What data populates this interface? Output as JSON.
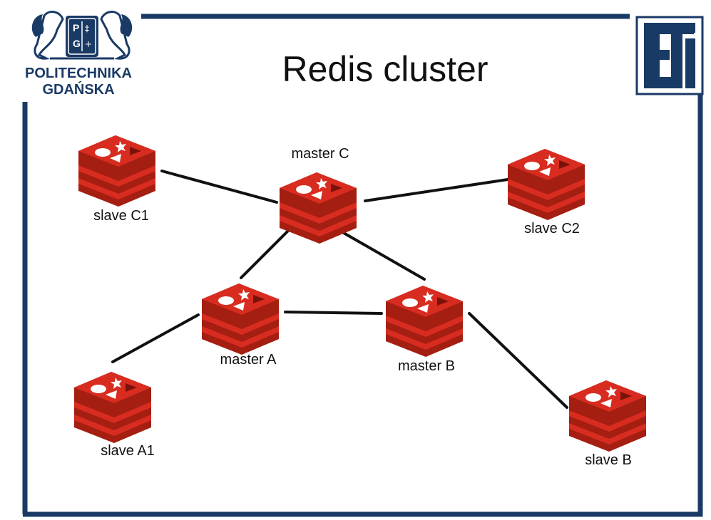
{
  "slide": {
    "title": "Redis cluster",
    "colors": {
      "frame": "#1a3a66",
      "redis_red": "#d82c20",
      "redis_dark": "#a41e11",
      "link": "#111111"
    }
  },
  "logo_left": {
    "line1": "POLITECHNIKA",
    "line2": "GDAŃSKA",
    "shield_letters": "P G",
    "icon": "university-crest-icon"
  },
  "logo_right": {
    "text": "ETI",
    "icon": "eti-faculty-logo-icon"
  },
  "nodes": [
    {
      "id": "slave_c1",
      "label": "slave C1",
      "icon": "redis-icon"
    },
    {
      "id": "master_c",
      "label": "master C",
      "icon": "redis-icon"
    },
    {
      "id": "slave_c2",
      "label": "slave C2",
      "icon": "redis-icon"
    },
    {
      "id": "master_a",
      "label": "master A",
      "icon": "redis-icon"
    },
    {
      "id": "master_b",
      "label": "master B",
      "icon": "redis-icon"
    },
    {
      "id": "slave_a1",
      "label": "slave A1",
      "icon": "redis-icon"
    },
    {
      "id": "slave_b",
      "label": "slave B",
      "icon": "redis-icon"
    }
  ],
  "links": [
    {
      "from": "slave_c1",
      "to": "master_c"
    },
    {
      "from": "master_c",
      "to": "slave_c2"
    },
    {
      "from": "master_c",
      "to": "master_a"
    },
    {
      "from": "master_c",
      "to": "master_b"
    },
    {
      "from": "master_a",
      "to": "master_b"
    },
    {
      "from": "master_a",
      "to": "slave_a1"
    },
    {
      "from": "master_b",
      "to": "slave_b"
    }
  ]
}
